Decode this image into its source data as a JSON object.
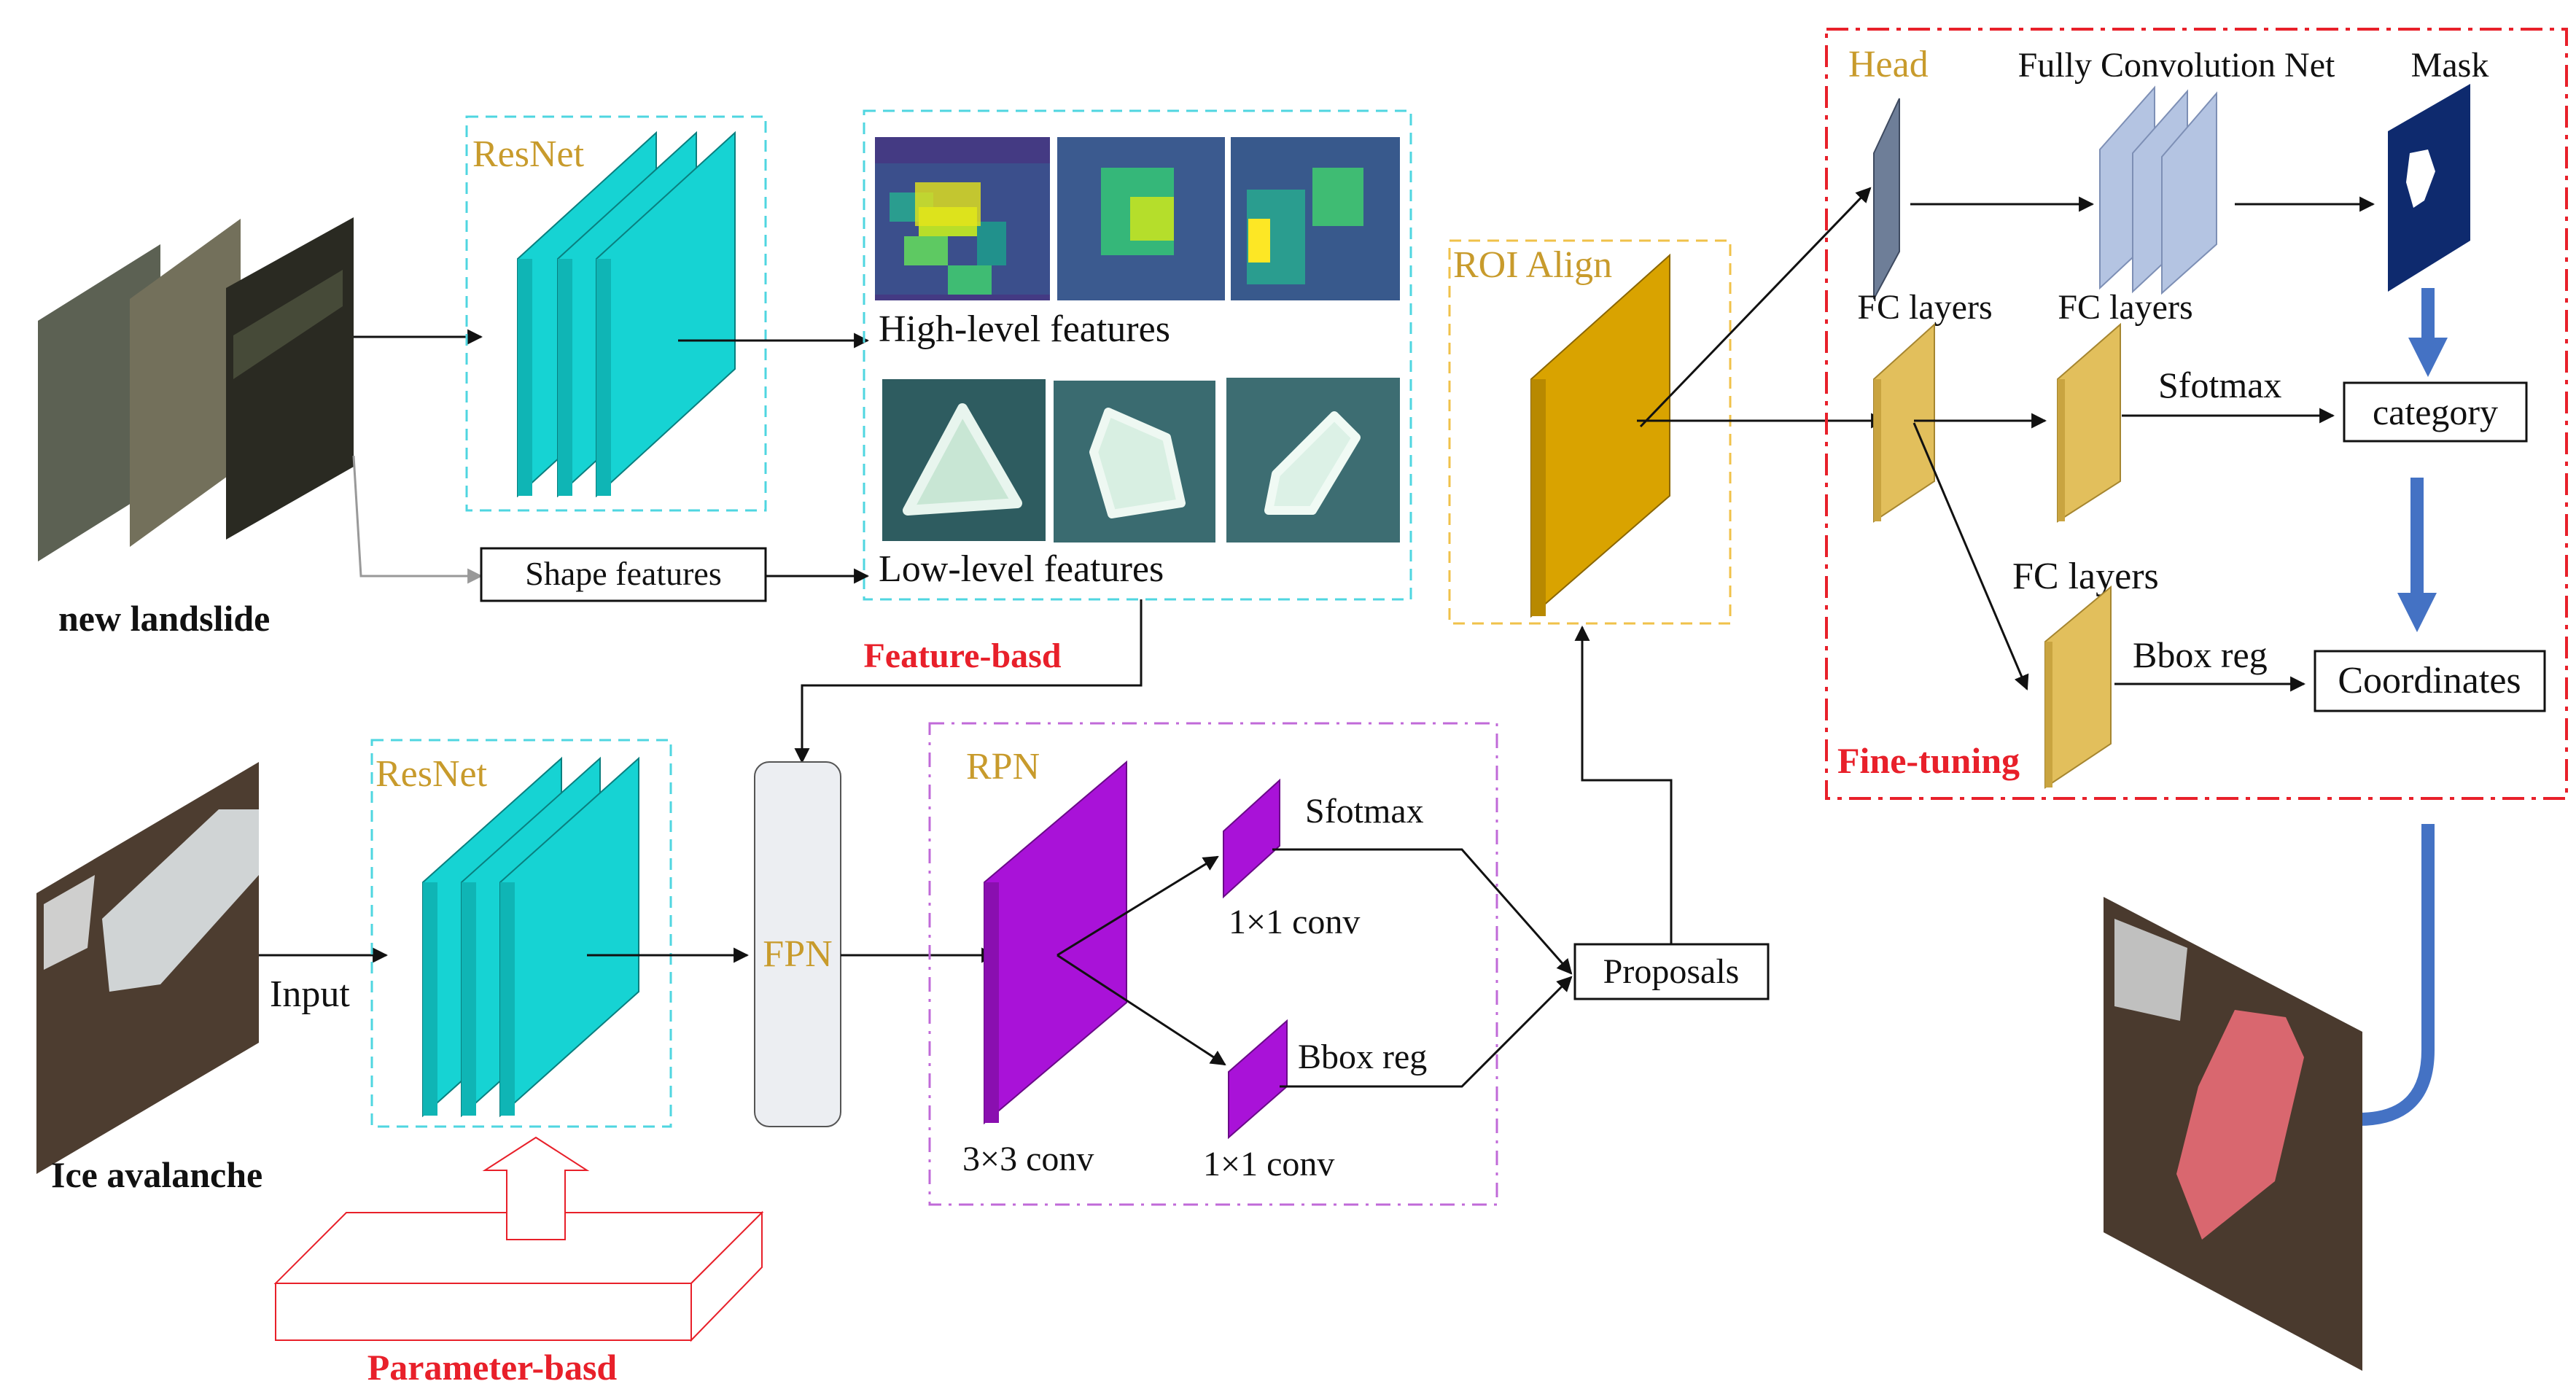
{
  "labels": {
    "resnet_top": "ResNet",
    "resnet_bottom": "ResNet",
    "high_level": "High-level features",
    "low_level": "Low-level features",
    "shape_features": "Shape features",
    "new_landslide": "new landslide",
    "feature_based": "Feature-basd",
    "roi_align": "ROI Align",
    "head": "Head",
    "fcn": "Fully Convolution Net",
    "mask": "Mask",
    "fc_layers_1": "FC layers",
    "fc_layers_2": "FC layers",
    "fc_layers_3": "FC layers",
    "softmax_head": "Sfotmax",
    "category": "category",
    "bbox_reg_head": "Bbox reg",
    "coordinates": "Coordinates",
    "fine_tuning": "Fine-tuning",
    "input": "Input",
    "fpn": "FPN",
    "rpn": "RPN",
    "softmax_rpn": "Sfotmax",
    "conv1x1_a": "1×1 conv",
    "bbox_reg_rpn": "Bbox reg",
    "conv1x1_b": "1×1 conv",
    "conv3x3": "3×3 conv",
    "proposals": "Proposals",
    "ice_avalanche": "Ice avalanche",
    "parameter_based": "Parameter-basd"
  },
  "colors": {
    "resnet": "#16D3D3",
    "roi": "#D9A300",
    "fc": "#E2BF5C",
    "rpn": "#A912D8",
    "grey_layer": "#6E7E98",
    "fcn_layer": "#B4C4E2",
    "mask": "#0E2A6E",
    "blue_arrow": "#4472C4",
    "red": "#E8202A",
    "gold_text": "#C89B2C"
  }
}
